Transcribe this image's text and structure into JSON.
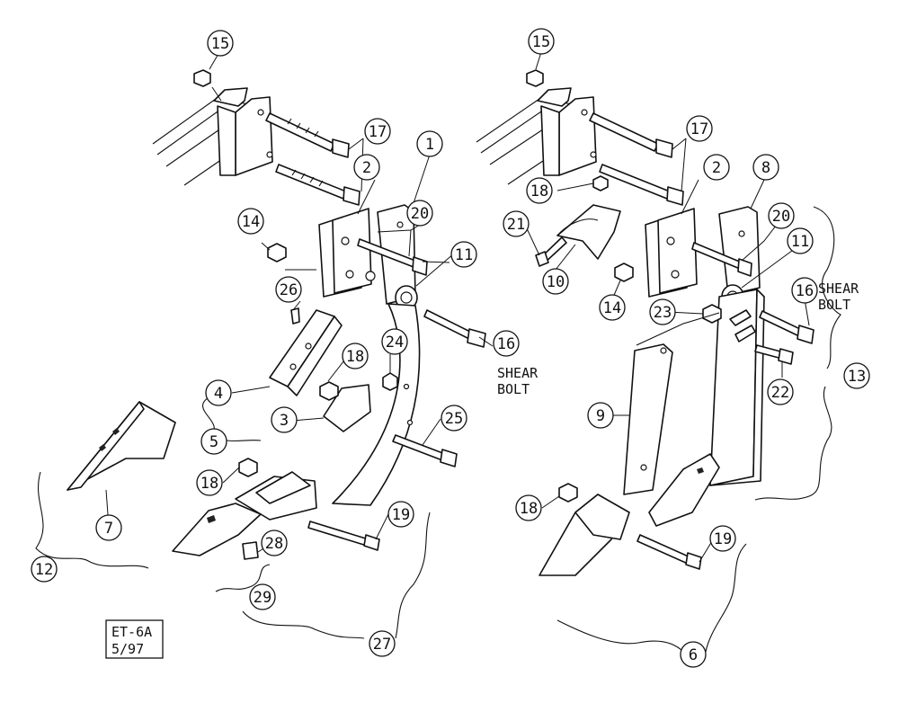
{
  "stamp": {
    "code": "ET-6A",
    "date": "5/97"
  },
  "notes": {
    "shear_bolt_a": "SHEAR\nBOLT",
    "shear_bolt_b": "SHEAR\nBOLT"
  },
  "callouts_left": [
    "15",
    "17",
    "1",
    "2",
    "20",
    "14",
    "11",
    "26",
    "24",
    "16",
    "18",
    "4",
    "3",
    "25",
    "5",
    "7",
    "18",
    "19",
    "28",
    "12",
    "29",
    "27"
  ],
  "callouts_right": [
    "15",
    "17",
    "18",
    "2",
    "8",
    "21",
    "20",
    "11",
    "16",
    "10",
    "14",
    "23",
    "22",
    "13",
    "9",
    "18",
    "19",
    "6"
  ]
}
